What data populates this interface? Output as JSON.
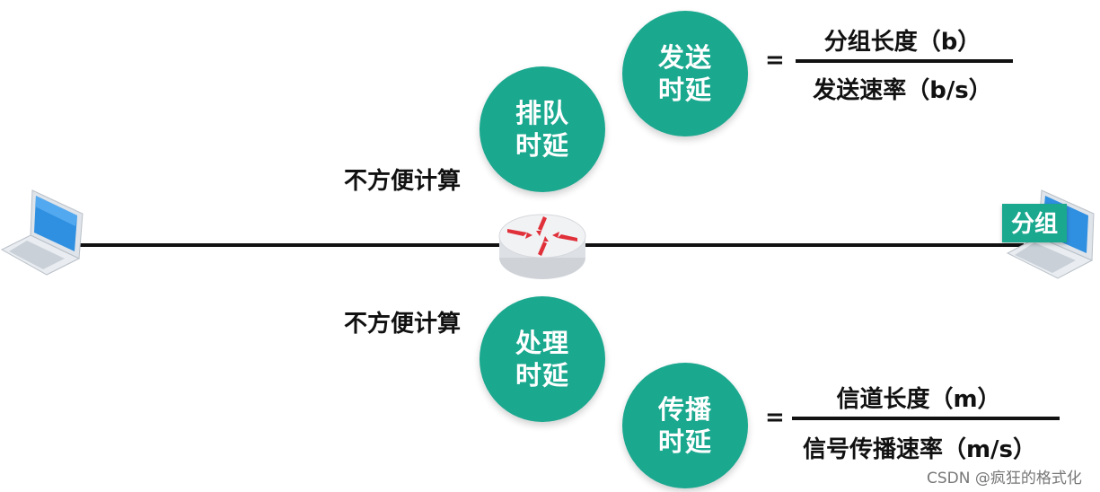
{
  "delays": {
    "transmission": "发送\n时延",
    "queuing": "排队\n时延",
    "processing": "处理\n时延",
    "propagation": "传播\n时延"
  },
  "notes": {
    "queuing_note": "不方便计算",
    "processing_note": "不方便计算"
  },
  "formulas": {
    "transmission": {
      "equals": "=",
      "numerator": "分组长度（b）",
      "denominator": "发送速率（b/s）"
    },
    "propagation": {
      "equals": "=",
      "numerator": "信道长度（m）",
      "denominator": "信号传播速率（m/s）"
    }
  },
  "packet_label": "分组",
  "watermark": "CSDN @疯狂的格式化",
  "icons": {
    "left_host": "laptop-icon",
    "right_host": "laptop-icon",
    "router": "router-icon"
  },
  "colors": {
    "teal": "#1aa88f",
    "line": "#111111"
  }
}
